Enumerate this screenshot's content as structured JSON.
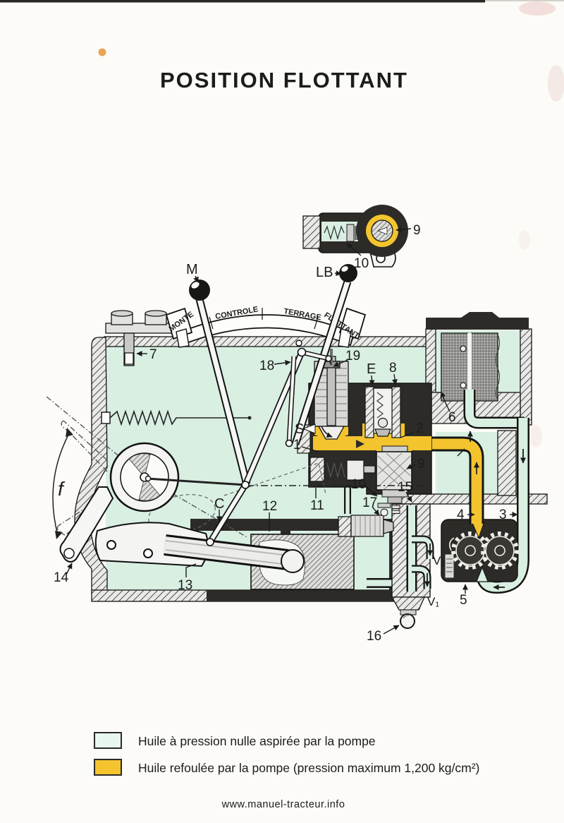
{
  "page": {
    "title": "POSITION FLOTTANT",
    "watermark": "www.manuel-tracteur.info"
  },
  "diagram": {
    "quadrant": [
      "MONTE",
      "CONTROLE",
      "TERRAGE",
      "FLOTTANT"
    ],
    "labels": {
      "n1": "1",
      "n2": "2",
      "n3": "3",
      "n4": "4",
      "n5": "5",
      "n6": "6",
      "n7": "7",
      "n8": "8",
      "n9": "9",
      "n10": "10",
      "n11": "11",
      "n12": "12",
      "n13": "13",
      "n14": "14",
      "n15": "15",
      "n16": "16",
      "n17": "17",
      "n18": "18",
      "n19": "19",
      "m": "M",
      "lb": "LB",
      "e": "E",
      "s": "S",
      "c": "C",
      "f": "f",
      "v1": "V₁",
      "v2": "V₂"
    }
  },
  "legend": {
    "items": [
      {
        "color": "#e9f7f1",
        "label": "Huile à pression nulle aspirée par la pompe"
      },
      {
        "color": "#f3c42e",
        "label": "Huile refoulée par la pompe (pression maximum 1,200 kg/cm²)"
      }
    ]
  },
  "colors": {
    "suction_oil": "#d8efe2",
    "pressure_oil": "#f3c42e",
    "casing": "#2d2b27"
  }
}
